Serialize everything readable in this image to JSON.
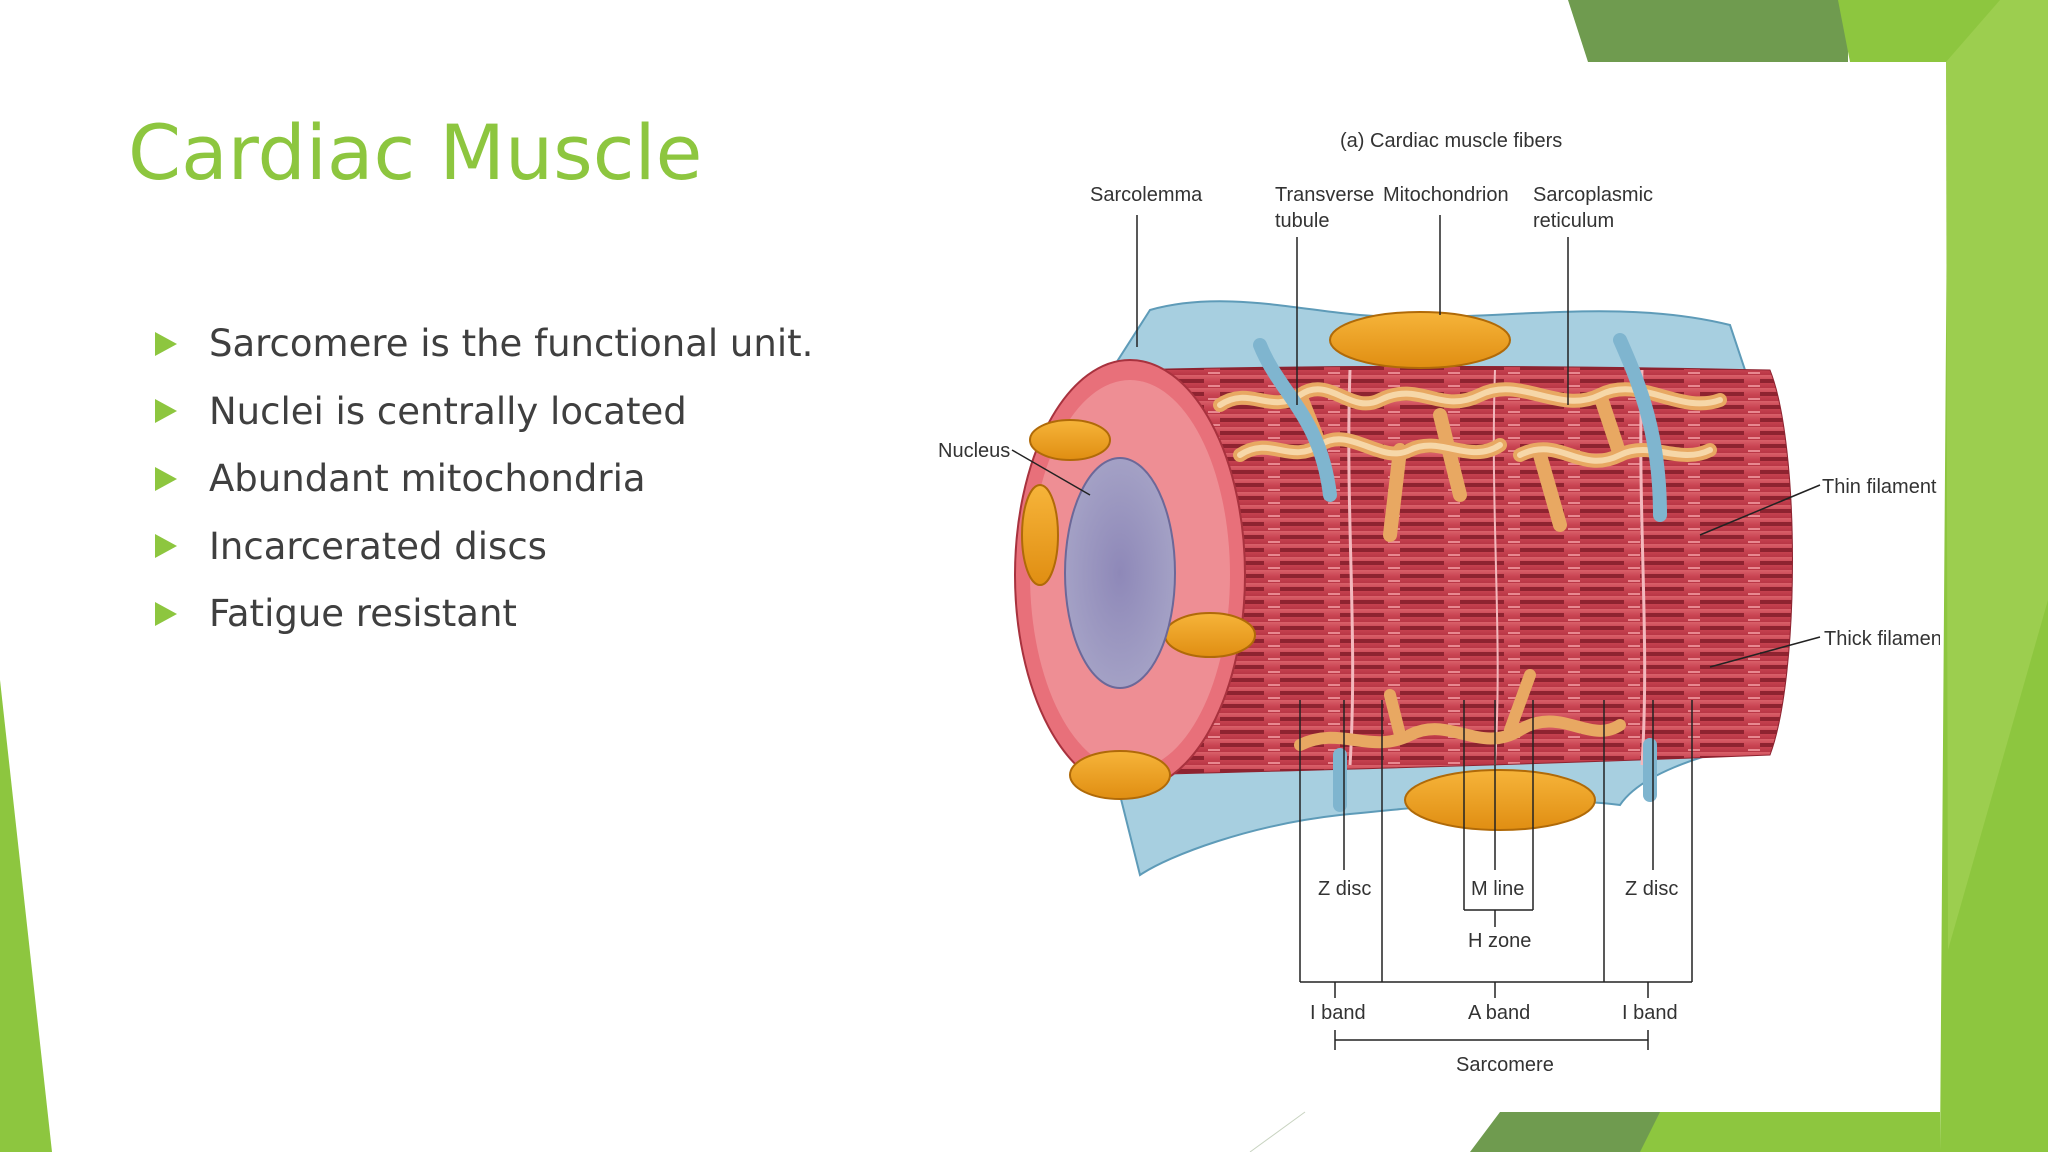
{
  "slide": {
    "title": "Cardiac Muscle",
    "bullets": [
      "Sarcomere is the functional unit.",
      "Nuclei is centrally located",
      "Abundant mitochondria",
      "Incarcerated discs",
      "Fatigue resistant"
    ]
  },
  "figure": {
    "caption": "(a) Cardiac muscle fibers",
    "labels": {
      "sarcolemma": "Sarcolemma",
      "transverse_tubule_1": "Transverse",
      "transverse_tubule_2": "tubule",
      "mitochondrion": "Mitochondrion",
      "sarcoplasmic_1": "Sarcoplasmic",
      "sarcoplasmic_2": "reticulum",
      "nucleus": "Nucleus",
      "thin_filament": "Thin filament",
      "thick_filament": "Thick filament",
      "z_disc_left": "Z disc",
      "m_line": "M line",
      "z_disc_right": "Z disc",
      "h_zone": "H zone",
      "i_band_left": "I band",
      "a_band": "A band",
      "i_band_right": "I band",
      "sarcomere": "Sarcomere"
    }
  },
  "theme": {
    "accent": "#8DC63F",
    "accent_dark": "#6A9A4A",
    "text": "#3F3F3F"
  }
}
